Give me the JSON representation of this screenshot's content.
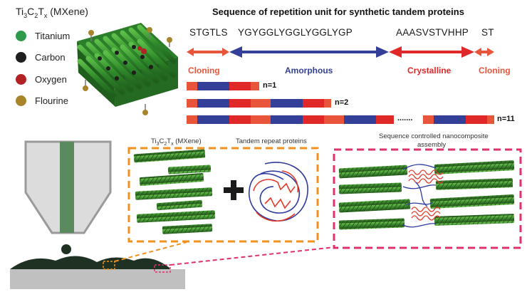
{
  "mxene": {
    "formula_base": "Ti",
    "formula_sub1": "3",
    "formula_mid": "C",
    "formula_sub2": "2",
    "formula_end": "T",
    "formula_sub3": "x",
    "formula_suffix": " (MXene)"
  },
  "legend": [
    {
      "label": "Titanium",
      "color": "#2e9a4a"
    },
    {
      "label": "Carbon",
      "color": "#1e1e1e"
    },
    {
      "label": "Oxygen",
      "color": "#b32225"
    },
    {
      "label": "Flourine",
      "color": "#a8842a"
    }
  ],
  "sequence": {
    "title": "Sequence of repetition unit for synthetic tandem proteins",
    "segments": [
      "STGTLS",
      "YGYGGLYGGLYGGLYGP",
      "AAASVSTVHHP",
      "ST"
    ],
    "regions": [
      {
        "label": "Cloning",
        "color": "#e8553a"
      },
      {
        "label": "Amorphous",
        "color": "#333f99"
      },
      {
        "label": "Crystalline",
        "color": "#e02828"
      },
      {
        "label": "Cloning",
        "color": "#e8553a"
      }
    ],
    "repeats": [
      "n=1",
      "n=2",
      "n=11"
    ],
    "ellipsis": "......."
  },
  "panels": {
    "mxene_label_base": "Ti",
    "mxene_label_sub1": "3",
    "mxene_label_mid": "C",
    "mxene_label_sub2": "2",
    "mxene_label_end": "T",
    "mxene_label_sub3": "x",
    "mxene_label_suffix": " (MXene)",
    "proteins_label": "Tandem repeat proteins",
    "assembly_label_line1": "Sequence controlled nanocomposite",
    "assembly_label_line2": "assembly"
  },
  "colors": {
    "orange_box": "#f0901e",
    "pink_box": "#e0306e",
    "mxene_green": "#3c8a2e",
    "protein_blue": "#2e3a9e",
    "protein_red": "#e23a2a"
  }
}
